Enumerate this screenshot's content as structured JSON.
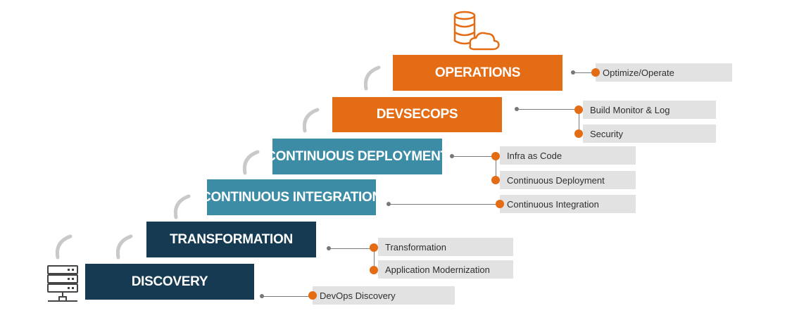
{
  "colors": {
    "dark_navy": "#153a52",
    "teal": "#3d8ca6",
    "orange": "#e46c14",
    "tag_bg": "#e2e2e2",
    "arc_gray": "#c9c9c9"
  },
  "icons": {
    "top": "database-cloud-icon",
    "bottom": "server-rack-icon"
  },
  "steps": [
    {
      "label": "DISCOVERY",
      "color": "dark_navy",
      "items": [
        "DevOps Discovery"
      ]
    },
    {
      "label": "TRANSFORMATION",
      "color": "dark_navy",
      "items": [
        "Transformation",
        "Application Modernization"
      ]
    },
    {
      "label": "CONTINUOUS INTEGRATION",
      "color": "teal",
      "items": [
        "Continuous Integration"
      ]
    },
    {
      "label": "CONTINUOUS DEPLOYMENT",
      "color": "teal",
      "items": [
        "Infra as Code",
        "Continuous Deployment"
      ]
    },
    {
      "label": "DEVSECOPS",
      "color": "orange",
      "items": [
        "Build Monitor & Log",
        "Security"
      ]
    },
    {
      "label": "OPERATIONS",
      "color": "orange",
      "items": [
        "Optimize/Operate"
      ]
    }
  ]
}
